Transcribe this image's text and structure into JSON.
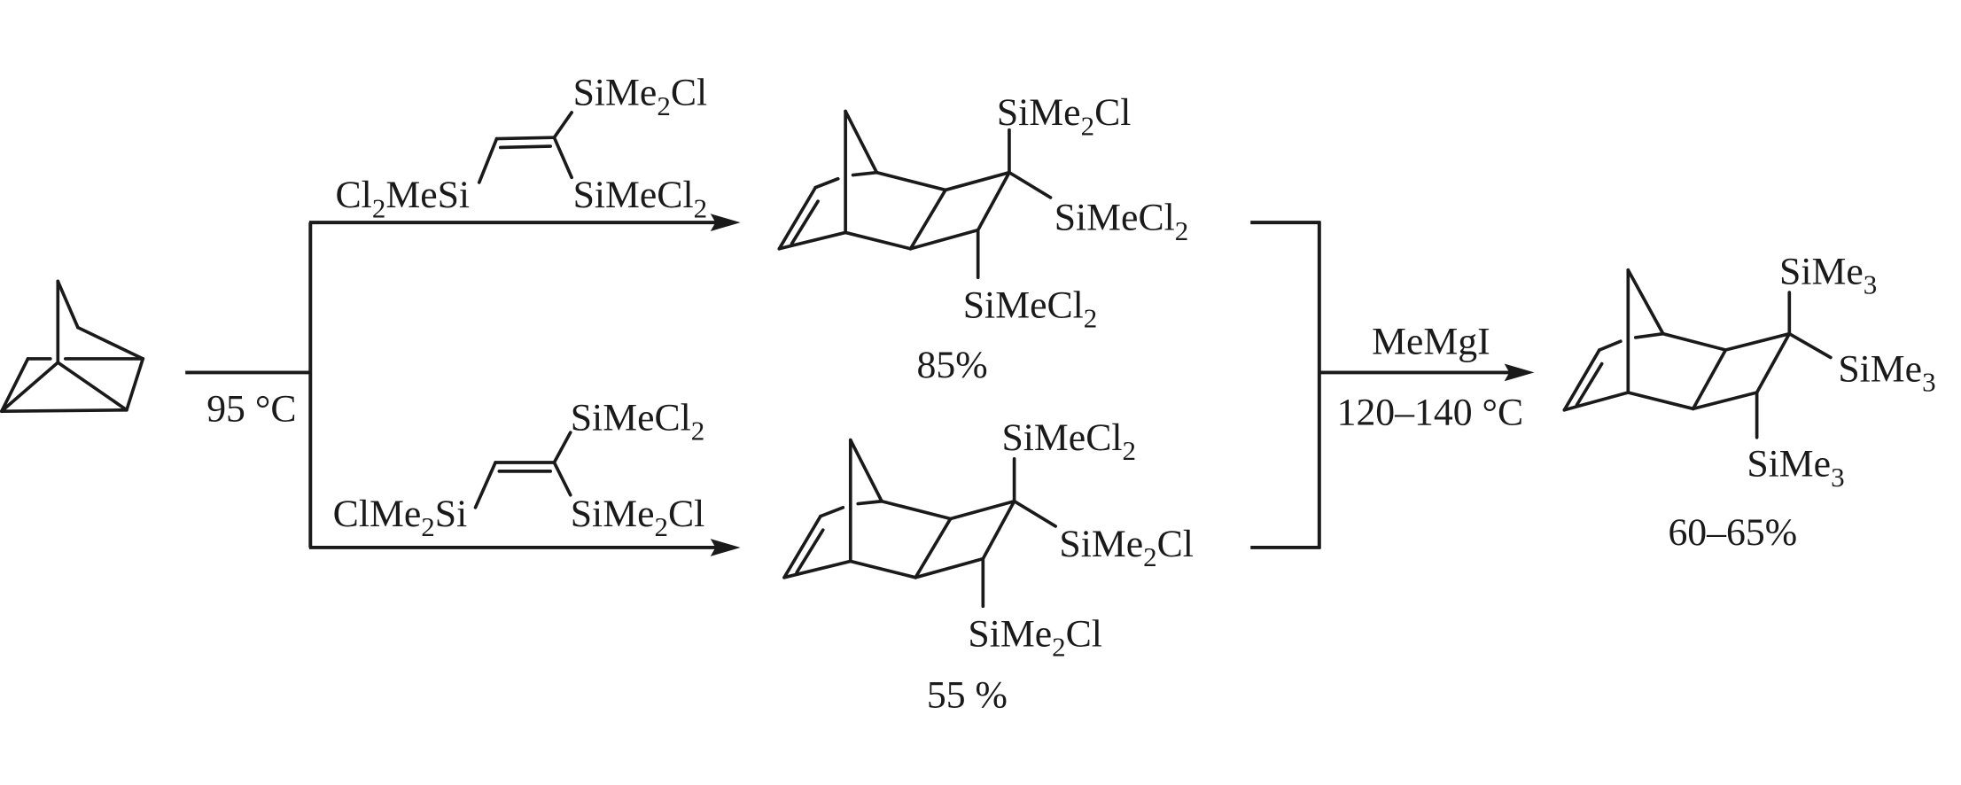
{
  "conditions": {
    "step1": "95 °C",
    "step2_reagent": "MeMgI",
    "step2_temp": "120–140 °C"
  },
  "reagent_top": {
    "left": "Cl2MeSi",
    "right_top": "SiMe2Cl",
    "right_bottom": "SiMeCl2"
  },
  "reagent_bottom": {
    "left": "ClMe2Si",
    "right_top": "SiMeCl2",
    "right_bottom": "SiMe2Cl"
  },
  "product_top": {
    "sub_top": "SiMe2Cl",
    "sub_right": "SiMeCl2",
    "sub_bottom": "SiMeCl2",
    "yield": "85%"
  },
  "product_bottom": {
    "sub_top": "SiMeCl2",
    "sub_right": "SiMe2Cl",
    "sub_bottom": "SiMe2Cl",
    "yield": "55 %"
  },
  "final_product": {
    "sub_top": "SiMe3",
    "sub_right": "SiMe3",
    "sub_bottom": "SiMe3",
    "yield": "60–65%"
  }
}
